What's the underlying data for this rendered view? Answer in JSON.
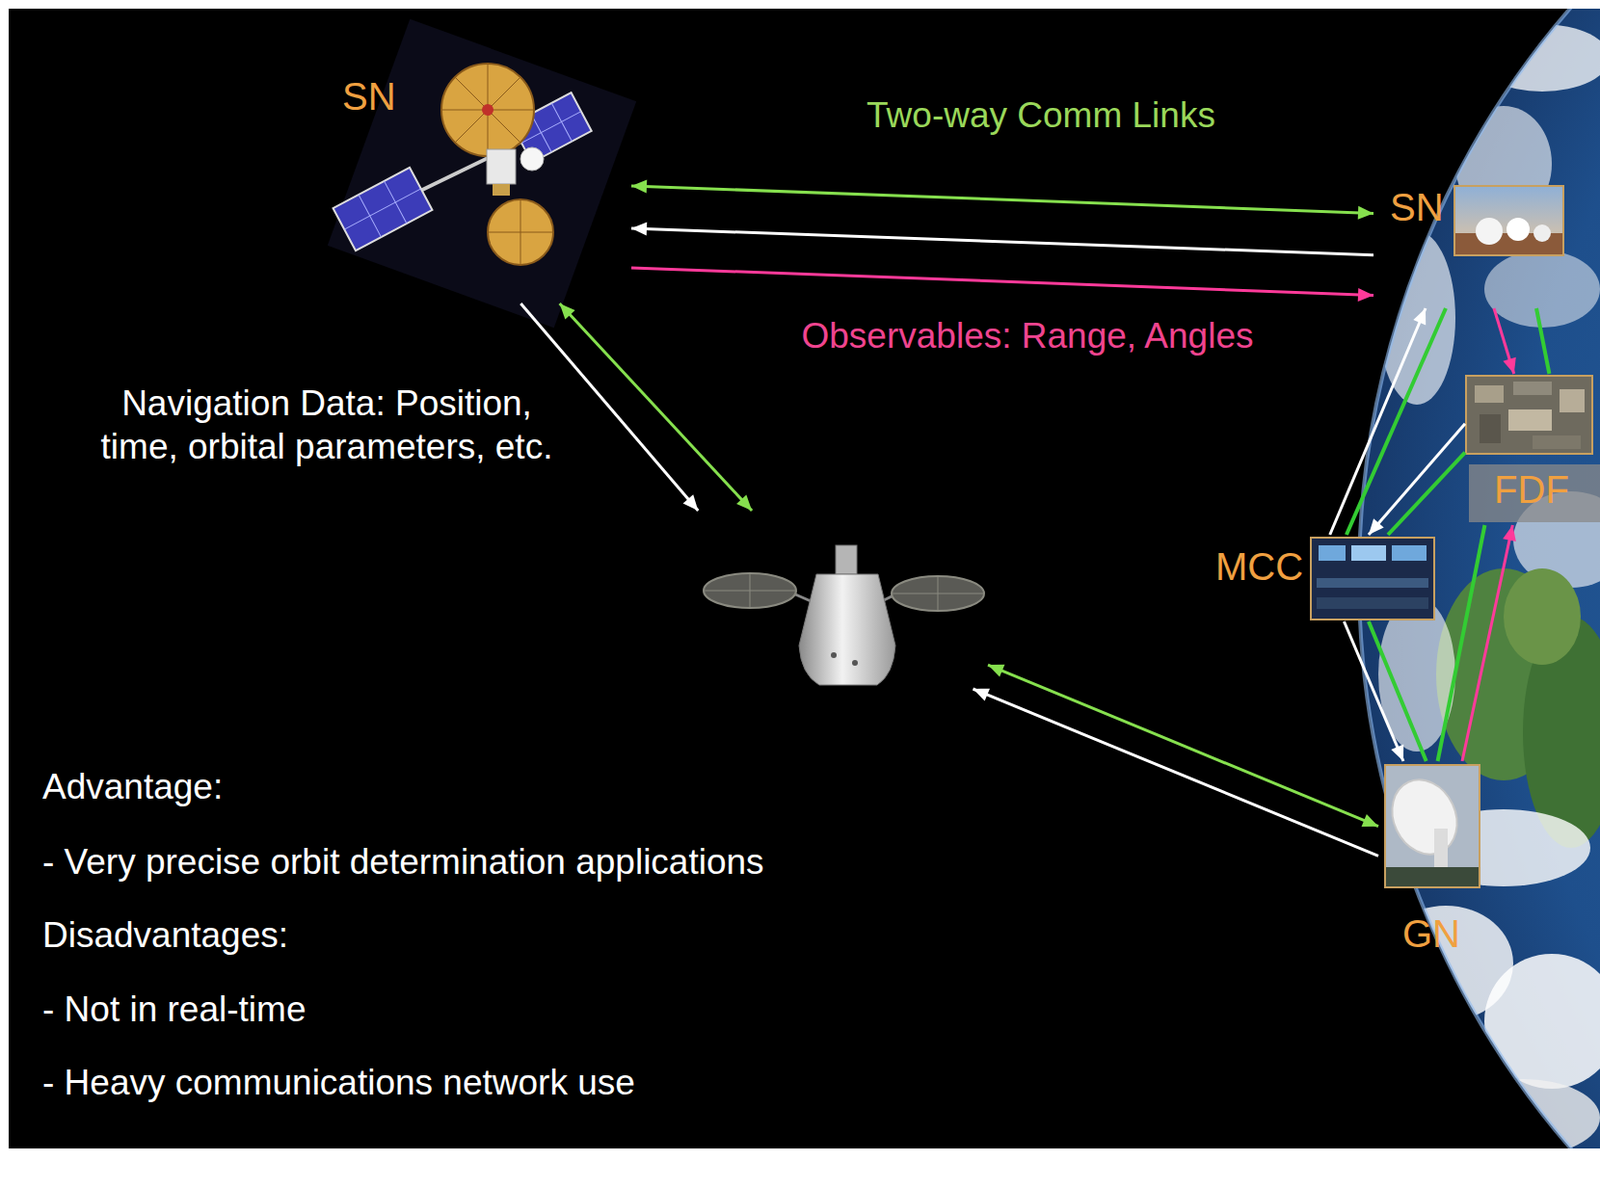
{
  "diagram": {
    "nodes": [
      {
        "text": [
          "SN"
        ]
      },
      {
        "text": []
      },
      {
        "text": [
          "SN"
        ]
      },
      {
        "text": [
          "FDF"
        ]
      },
      {
        "text": [
          "MCC"
        ]
      },
      {
        "text": [
          "GN"
        ]
      }
    ],
    "edges": [
      {
        "from": 0,
        "to": 2,
        "arrow": "both",
        "label": "Two-way Comm Links"
      },
      {
        "from": 2,
        "to": 0,
        "arrow": "to"
      },
      {
        "from": 0,
        "to": 2,
        "arrow": "to",
        "label": "Observables: Range, Angles"
      },
      {
        "from": 0,
        "to": 1,
        "arrow": "to"
      },
      {
        "from": 0,
        "to": 1,
        "arrow": "both"
      },
      {
        "from": 5,
        "to": 1,
        "arrow": "both"
      },
      {
        "from": 5,
        "to": 1,
        "arrow": "to"
      },
      {
        "from": 4,
        "to": 2,
        "arrow": "to"
      },
      {
        "from": 4,
        "to": 2,
        "arrow": "none"
      },
      {
        "from": 2,
        "to": 3,
        "arrow": "to"
      },
      {
        "from": 2,
        "to": 3,
        "arrow": "none"
      },
      {
        "from": 3,
        "to": 4,
        "arrow": "to"
      },
      {
        "from": 3,
        "to": 4,
        "arrow": "none"
      },
      {
        "from": 4,
        "to": 5,
        "arrow": "to"
      },
      {
        "from": 4,
        "to": 5,
        "arrow": "none"
      },
      {
        "from": 5,
        "to": 3,
        "arrow": "to"
      },
      {
        "from": 5,
        "to": 3,
        "arrow": "none"
      }
    ],
    "labels": [
      "Navigation Data: Position, time, orbital parameters, etc.",
      "Advantage:",
      "- Very precise orbit determination applications",
      "Disadvantages:",
      "- Not in real-time",
      "- Heavy communications network use"
    ]
  }
}
